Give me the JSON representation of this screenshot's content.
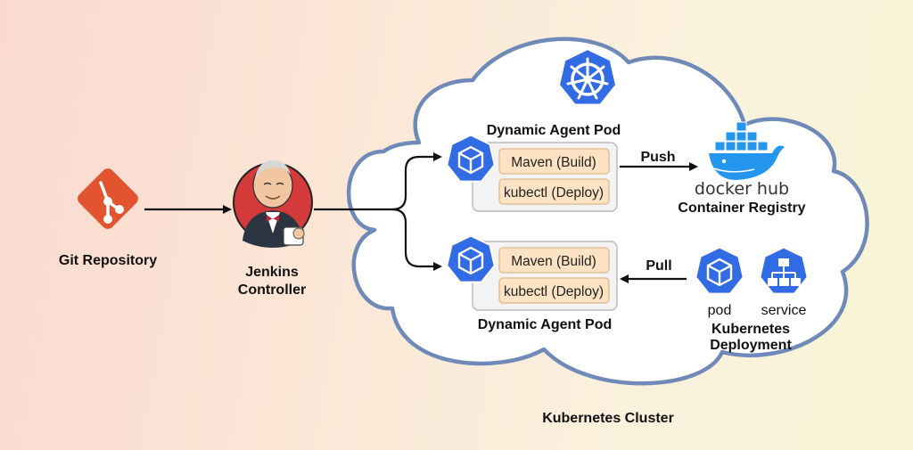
{
  "git": {
    "label": "Git Repository",
    "icon": "git-icon"
  },
  "jenkins": {
    "line1": "Jenkins",
    "line2": "Controller",
    "icon": "jenkins-butler-icon"
  },
  "cluster": {
    "label": "Kubernetes Cluster",
    "icon": "kubernetes-helm-icon"
  },
  "agent_top": {
    "label": "Dynamic Agent Pod",
    "step1": "Maven (Build)",
    "step2": "kubectl (Deploy)"
  },
  "agent_bottom": {
    "label": "Dynamic Agent Pod",
    "step1": "Maven (Build)",
    "step2": "kubectl (Deploy)"
  },
  "push": {
    "label": "Push"
  },
  "pull": {
    "label": "Pull"
  },
  "registry": {
    "logo_text": "docker hub",
    "label": "Container Registry",
    "icon": "docker-whale-icon"
  },
  "deployment": {
    "pod_label": "pod",
    "service_label": "service",
    "line1": "Kubernetes",
    "line2": "Deployment"
  },
  "colors": {
    "k8s_blue": "#326ce5",
    "git_orange": "#e2542f",
    "cloud_border": "#6f8ab8",
    "box_fill": "#fde3c4",
    "docker_blue": "#2496ed"
  }
}
